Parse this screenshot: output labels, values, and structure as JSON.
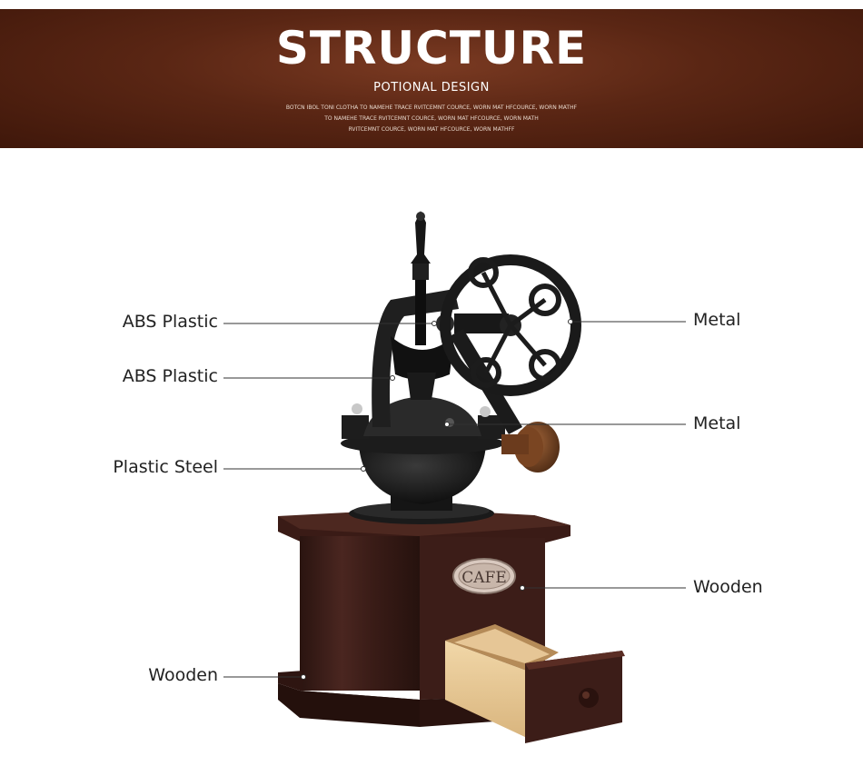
{
  "banner": {
    "title": "STRUCTURE",
    "subtitle": "POTIONAL DESIGN",
    "small_lines": [
      "BOTCN IBOL TONI CLOTHA TO NAMEHE TRACE RVITCEMNT COURCE, WORN MAT HFCOURCE, WORN MATHF",
      "TO NAMEHE TRACE RVITCEMNT COURCE, WORN MAT HFCOURCE, WORN MATH",
      "RVITCEMNT COURCE, WORN MAT HFCOURCE, WORN MATHFF"
    ]
  },
  "labels": {
    "left_1": "ABS Plastic",
    "left_2": "ABS Plastic",
    "left_3": "Plastic Steel",
    "left_4": "Wooden",
    "right_1": "Metal",
    "right_2": "Metal",
    "right_3": "Wooden"
  },
  "product": {
    "badge_text": "CAFE"
  }
}
